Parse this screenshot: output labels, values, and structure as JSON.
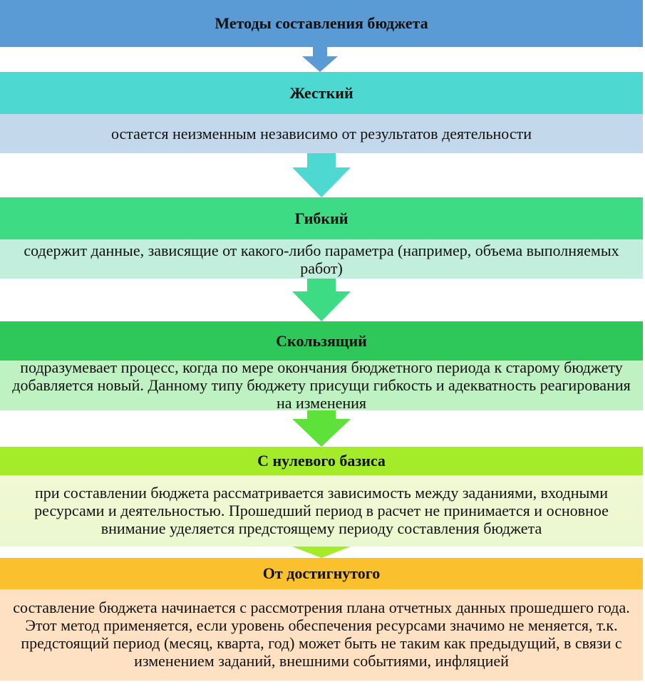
{
  "title": "Методы составления бюджета",
  "methods": [
    {
      "name": "Жесткий",
      "description": "остается неизменным независимо от результатов деятельности"
    },
    {
      "name": "Гибкий",
      "description": "содержит данные, зависящие от какого-либо параметра (например, объема выполняемых работ)"
    },
    {
      "name": "Скользящий",
      "description": "подразумевает процесс, когда по мере окончания бюджетного периода к старому бюджету добавляется новый. Данному типу бюджету присущи гибкость и адекватность реагирования на изменения"
    },
    {
      "name": "С нулевого базиса",
      "description": "при составлении бюджета рассматривается зависимость между заданиями, входными ресурсами и деятельностью. Прошедший период в расчет не принимается и основное внимание уделяется предстоящему периоду составления бюджета"
    },
    {
      "name": "От достигнутого",
      "description": "составление бюджета начинается с рассмотрения плана отчетных данных прошедшего года. Этот метод применяется, если уровень обеспечения ресурсами значимо не меняется, т.к. предстоящий период (месяц, кварта, год) может быть не таким как предыдущий, в связи с изменением заданий, внешними событиями, инфляцией"
    }
  ],
  "colors": {
    "title_bar": "#5b9bd5",
    "rigid": "#4dd9d2",
    "flexible": "#3ddc84",
    "rolling": "#2ec85a",
    "zero_base": "#a4ec2a",
    "achieved": "#fbc02d"
  }
}
